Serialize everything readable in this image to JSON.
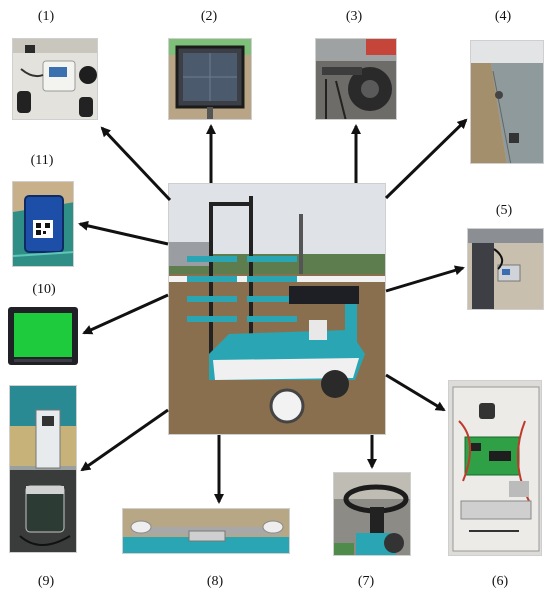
{
  "labels": {
    "l1": "(1)",
    "l2": "(2)",
    "l3": "(3)",
    "l4": "(4)",
    "l5": "(5)",
    "l6": "(6)",
    "l7": "(7)",
    "l8": "(8)",
    "l9": "(9)",
    "l10": "(10)",
    "l11": "(11)"
  },
  "colors": {
    "arrow": "#111111",
    "sky": "#dfe3e8",
    "soil": "#8a6f4e",
    "machine_teal": "#2aa5b3",
    "screen_green": "#1ecb3c"
  }
}
